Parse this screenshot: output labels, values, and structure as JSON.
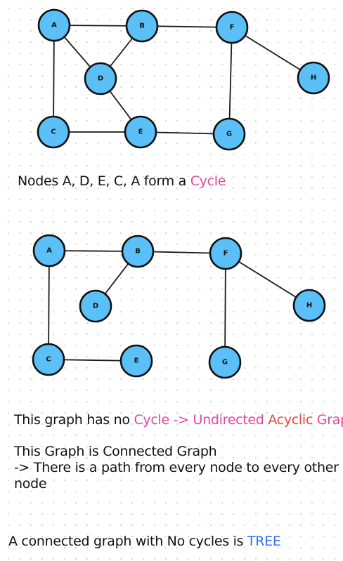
{
  "colors": {
    "node_fill": "#5bc0f8",
    "node_stroke": "#111111",
    "edge": "#1a1a1a",
    "text": "#111111",
    "highlight_pink": "#e0479e",
    "highlight_red": "#e3493b",
    "highlight_blue": "#2f6df5"
  },
  "graphs": [
    {
      "id": "graph-1",
      "nodes": [
        "A",
        "B",
        "C",
        "D",
        "E",
        "F",
        "G",
        "H"
      ],
      "edges": [
        [
          "A",
          "B"
        ],
        [
          "A",
          "D"
        ],
        [
          "A",
          "C"
        ],
        [
          "B",
          "D"
        ],
        [
          "B",
          "F"
        ],
        [
          "D",
          "E"
        ],
        [
          "C",
          "E"
        ],
        [
          "E",
          "G"
        ],
        [
          "F",
          "G"
        ],
        [
          "F",
          "H"
        ]
      ]
    },
    {
      "id": "graph-2",
      "nodes": [
        "A",
        "B",
        "C",
        "D",
        "E",
        "F",
        "G",
        "H"
      ],
      "edges": [
        [
          "A",
          "B"
        ],
        [
          "A",
          "C"
        ],
        [
          "B",
          "D"
        ],
        [
          "B",
          "F"
        ],
        [
          "C",
          "E"
        ],
        [
          "F",
          "G"
        ],
        [
          "F",
          "H"
        ]
      ]
    }
  ],
  "captions": {
    "cycle": {
      "prefix": "Nodes A, D, E, C, A form a ",
      "highlight": "Cycle"
    },
    "acyclic": {
      "prefix": "This graph has no ",
      "cycle_arrow": "Cycle -> Undirected",
      "space": " ",
      "acyclic": "Acyclic",
      "graph_word": " Graph"
    },
    "connected": {
      "line1": "This Graph is Connected Graph",
      "line2": "-> There is a path from every node to every other node"
    },
    "tree": {
      "prefix": "A connected graph with No cycles is ",
      "highlight": "TREE"
    }
  }
}
